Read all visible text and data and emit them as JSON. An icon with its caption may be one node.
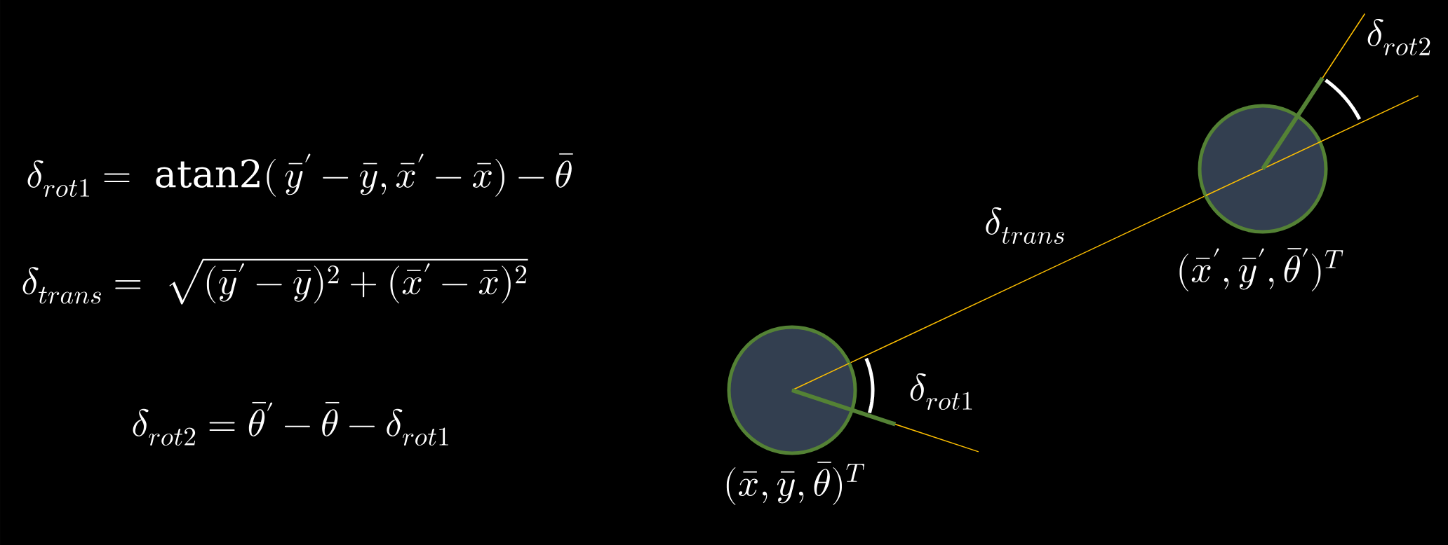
{
  "diagram": {
    "nodes": [
      {
        "text": [],
        "shape": "circle",
        "beside": [
          "(\\bar{x}, \\bar{y}, \\bar{\\theta})^T"
        ]
      },
      {
        "text": [],
        "shape": "circle",
        "beside": [
          "(\\bar{x}', \\bar{y}', \\bar{\\theta}')^T"
        ]
      }
    ],
    "edges": [
      {
        "from": 0,
        "to": 1,
        "arrow": "none",
        "label": "\\delta_{trans}"
      }
    ],
    "labels": [
      "\\delta_{rot1} = \\ \\mathrm{atan2}(\\, \\bar{y}' - \\bar{y}, \\bar{x}' - \\bar{x}) - \\bar{\\theta}",
      "\\delta_{rot2}",
      "\\delta_{trans} = \\ \\sqrt{(\\bar{y}' - \\bar{y})^2 + (\\bar{x}' - \\bar{x})^2}",
      "\\delta_{rot1}",
      "\\delta_{rot2} = \\bar{\\theta}' - \\bar{\\theta} - \\delta_{rot1}"
    ]
  }
}
